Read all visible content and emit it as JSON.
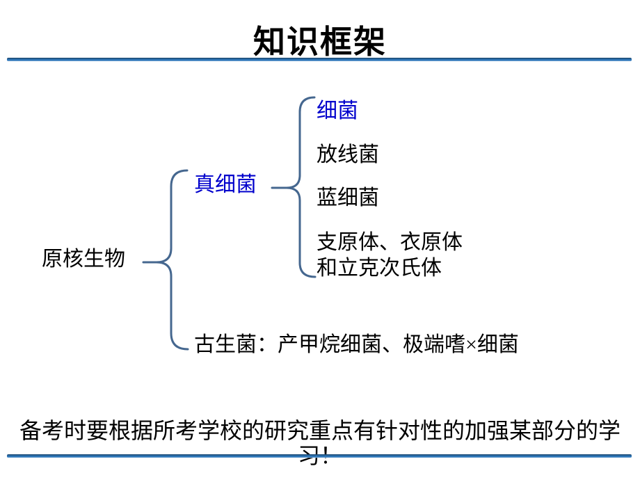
{
  "slide": {
    "title": "知识框架",
    "footer_note": "备考时要根据所考学校的研究重点有针对性的加强某部分的学习！"
  },
  "tree": {
    "root": {
      "label": "原核生物"
    },
    "branch_eubacteria": {
      "label": "真细菌"
    },
    "eubacteria_children": [
      {
        "label": "细菌"
      },
      {
        "label": "放线菌"
      },
      {
        "label": "蓝细菌"
      },
      {
        "label": "支原体、衣原体\n和立克次氏体"
      }
    ],
    "branch_archaea": {
      "label": "古生菌：产甲烷细菌、极端嗜×细菌"
    }
  },
  "colors": {
    "accent": "#2E75B6",
    "rule-dark": "#1F4E79",
    "rule-light": "#9DC3E6",
    "brace": "#45678F",
    "highlight": "#0000CC",
    "ink": "#000000"
  }
}
